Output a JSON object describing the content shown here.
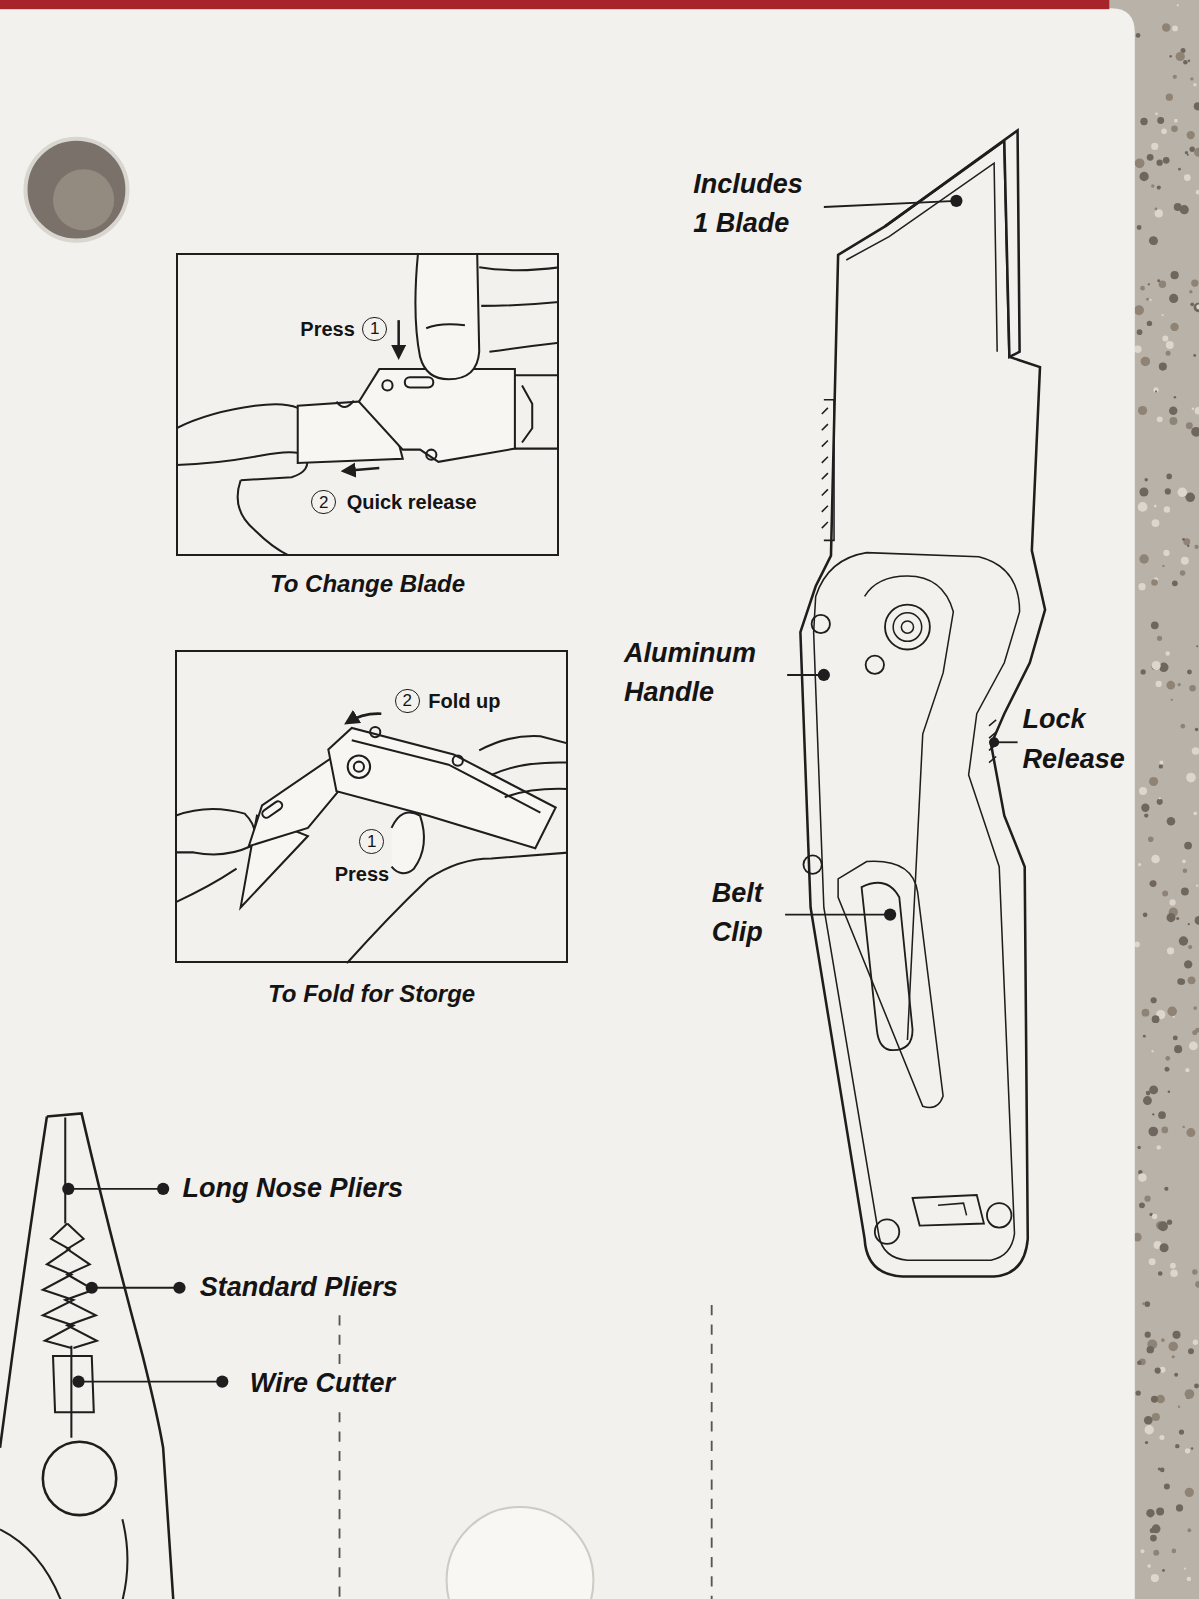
{
  "diagram": {
    "nodes": [
      {
        "text": [
          "To Change Blade"
        ]
      },
      {
        "text": [
          "1"
        ],
        "in": 0
      },
      {
        "text": [
          "2"
        ],
        "in": 0
      },
      {
        "text": [
          "To Fold for Storge"
        ]
      },
      {
        "text": [
          "2"
        ],
        "in": 3
      },
      {
        "text": [
          "1"
        ],
        "in": 3
      }
    ],
    "labels": [
      "Press",
      "Quick release",
      "Fold up",
      "Press",
      "Includes 1 Blade",
      "Aluminum Handle",
      "Lock Release",
      "Belt Clip",
      "Long Nose Pliers",
      "Standard Pliers",
      "Wire Cutter"
    ]
  }
}
